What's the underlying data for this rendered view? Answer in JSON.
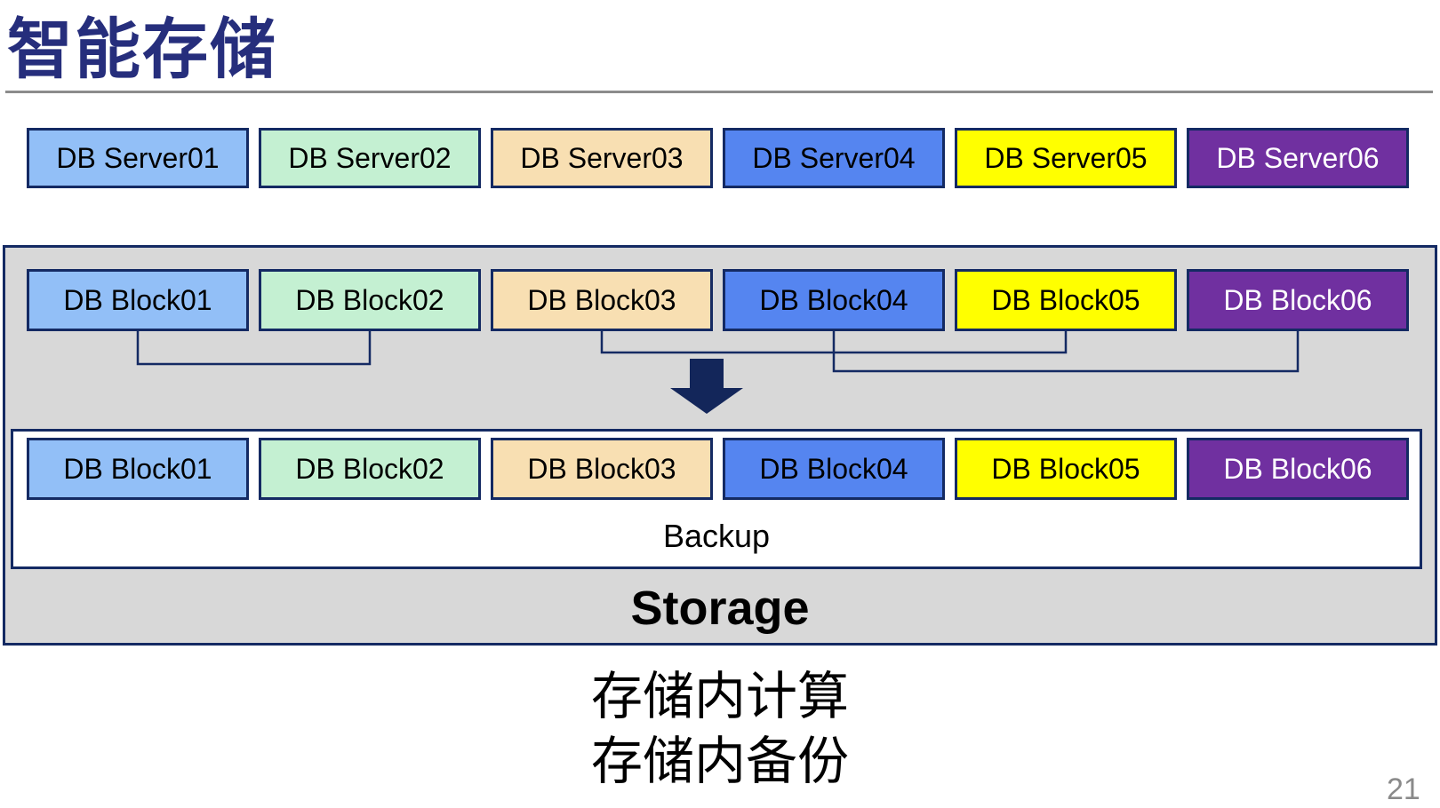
{
  "title": "智能存储",
  "page_number": "21",
  "caption": {
    "line1": "存储内计算",
    "line2": "存储内备份"
  },
  "servers": [
    {
      "label": "DB Server01",
      "fill": "#92bff7",
      "text_color": "#000000"
    },
    {
      "label": "DB Server02",
      "fill": "#c4f0d2",
      "text_color": "#000000"
    },
    {
      "label": "DB Server03",
      "fill": "#f8dfb2",
      "text_color": "#000000"
    },
    {
      "label": "DB Server04",
      "fill": "#5585f0",
      "text_color": "#000000"
    },
    {
      "label": "DB Server05",
      "fill": "#ffff00",
      "text_color": "#000000"
    },
    {
      "label": "DB Server06",
      "fill": "#7030a0",
      "text_color": "#ffffff"
    }
  ],
  "storage": {
    "blocks_top": [
      {
        "label": "DB Block01",
        "fill": "#92bff7",
        "text_color": "#000000"
      },
      {
        "label": "DB Block02",
        "fill": "#c4f0d2",
        "text_color": "#000000"
      },
      {
        "label": "DB Block03",
        "fill": "#f8dfb2",
        "text_color": "#000000"
      },
      {
        "label": "DB Block04",
        "fill": "#5585f0",
        "text_color": "#000000"
      },
      {
        "label": "DB Block05",
        "fill": "#ffff00",
        "text_color": "#000000"
      },
      {
        "label": "DB Block06",
        "fill": "#7030a0",
        "text_color": "#ffffff"
      }
    ],
    "connectors": [
      {
        "from": 0,
        "to": 1,
        "depth": 410
      },
      {
        "from": 2,
        "to": 4,
        "depth": 397
      },
      {
        "from": 3,
        "to": 5,
        "depth": 418
      }
    ],
    "backup_label": "Backup",
    "storage_label": "Storage",
    "blocks_bottom": [
      {
        "label": "DB Block01",
        "fill": "#92bff7",
        "text_color": "#000000"
      },
      {
        "label": "DB Block02",
        "fill": "#c4f0d2",
        "text_color": "#000000"
      },
      {
        "label": "DB Block03",
        "fill": "#f8dfb2",
        "text_color": "#000000"
      },
      {
        "label": "DB Block04",
        "fill": "#5585f0",
        "text_color": "#000000"
      },
      {
        "label": "DB Block05",
        "fill": "#ffff00",
        "text_color": "#000000"
      },
      {
        "label": "DB Block06",
        "fill": "#7030a0",
        "text_color": "#ffffff"
      }
    ]
  },
  "colors": {
    "border_navy": "#142a63",
    "arrow_navy": "#13265a",
    "title_navy": "#262e7c",
    "container_gray": "#d8d8d8"
  }
}
